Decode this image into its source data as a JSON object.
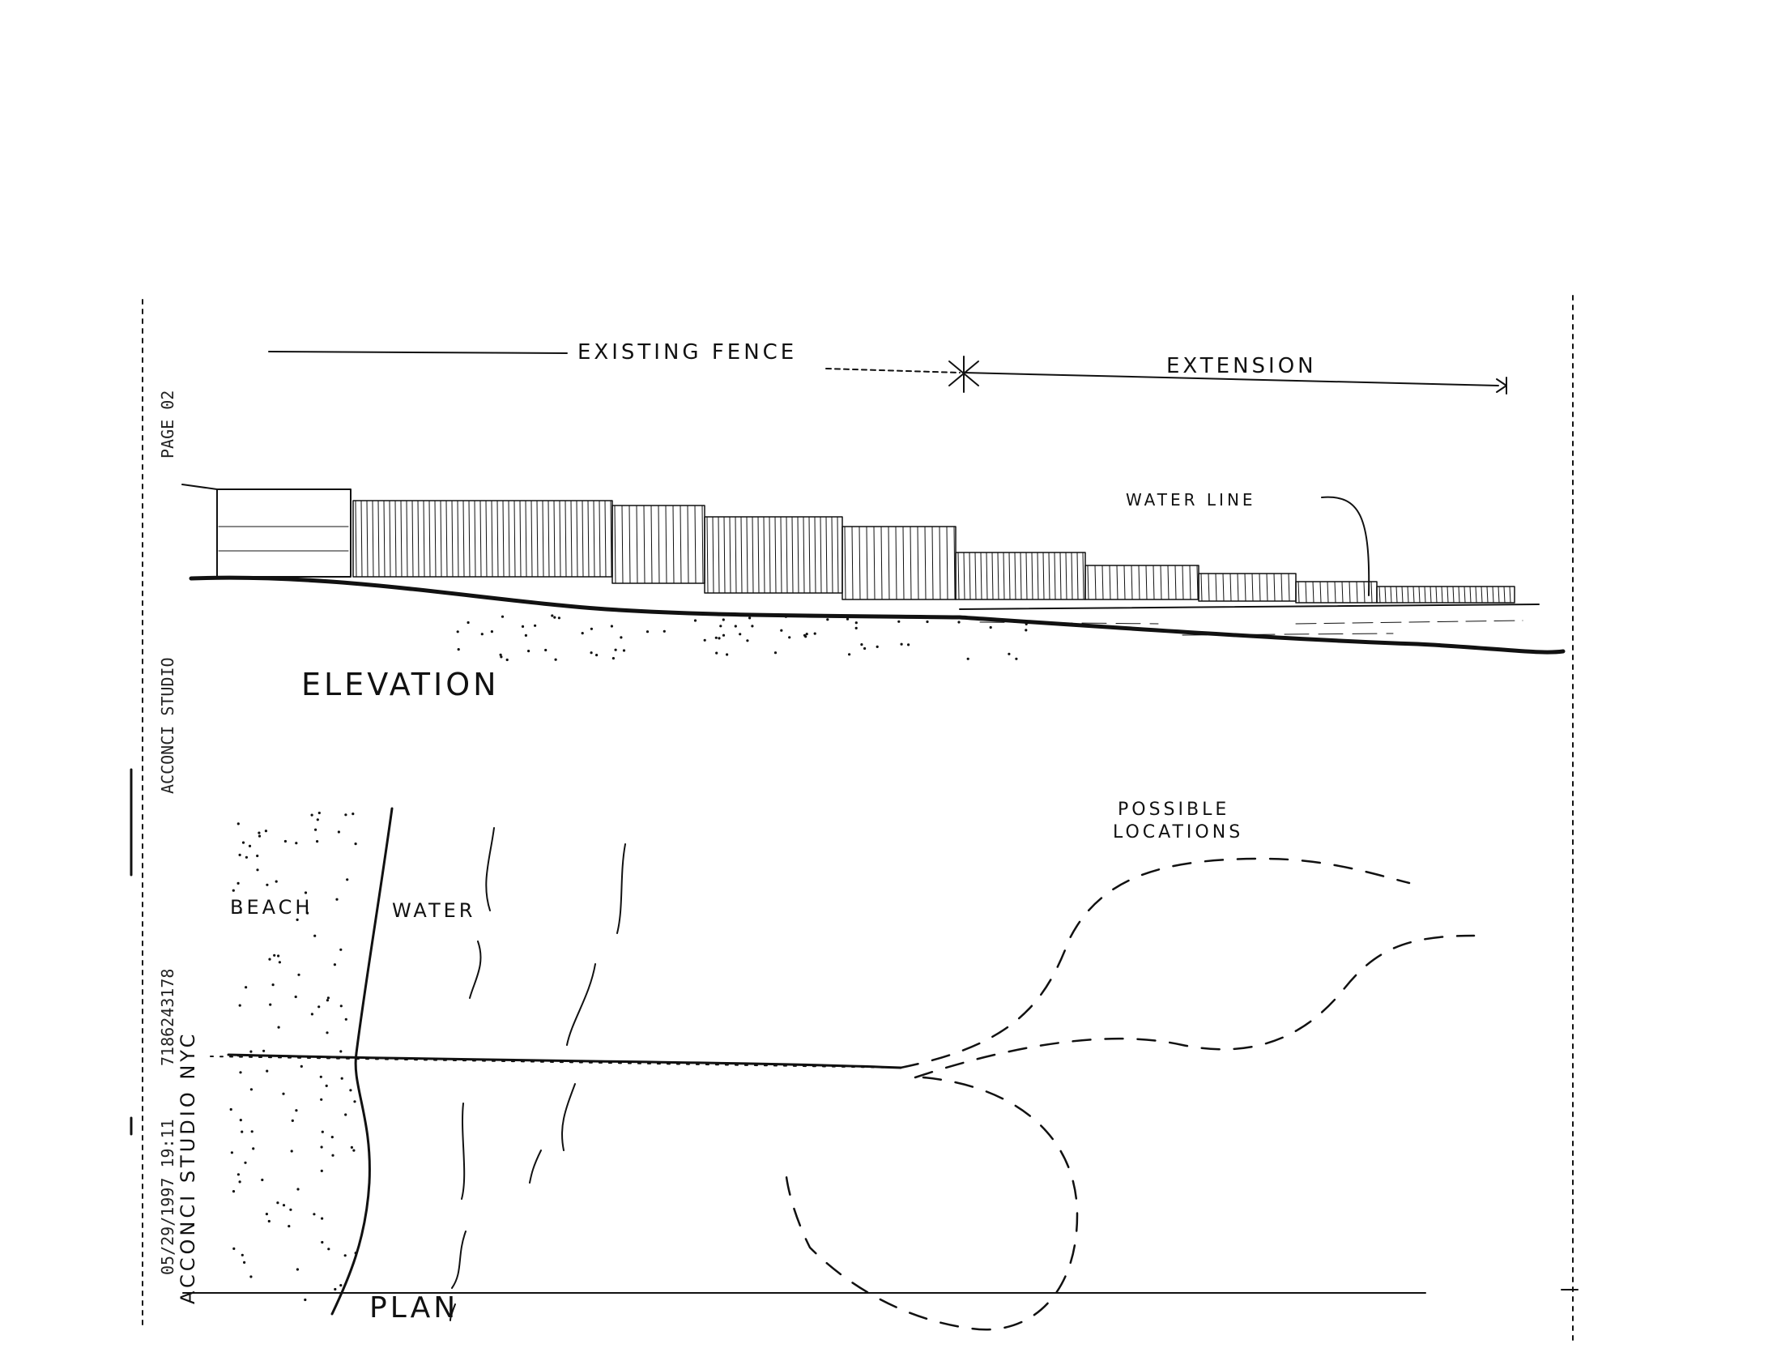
{
  "fax_header": {
    "page": "PAGE 02",
    "sender": "ACCONCI STUDIO",
    "phone": "7186243178",
    "datetime": "05/29/1997  19:11"
  },
  "stamp": "ACCONCI STUDIO NYC",
  "elevation": {
    "existing_label": "EXISTING FENCE",
    "extension_label": "EXTENSION",
    "water_line_label": "WATER LINE",
    "title": "ELEVATION"
  },
  "plan": {
    "beach_label": "BEACH",
    "water_label": "WATER",
    "possible_label_line1": "POSSIBLE",
    "possible_label_line2": "LOCATIONS",
    "title": "PLAN"
  }
}
